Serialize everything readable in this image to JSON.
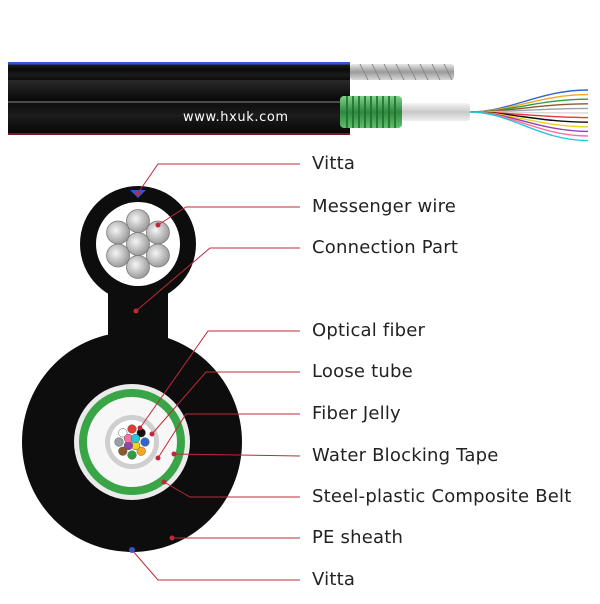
{
  "cable_image": {
    "website": "www.hxuk.com"
  },
  "labels": [
    {
      "id": "vitta-top",
      "text": "Vitta"
    },
    {
      "id": "messenger-wire",
      "text": "Messenger wire"
    },
    {
      "id": "connection-part",
      "text": "Connection Part"
    },
    {
      "id": "optical-fiber",
      "text": "Optical fiber"
    },
    {
      "id": "loose-tube",
      "text": "Loose tube"
    },
    {
      "id": "fiber-jelly",
      "text": "Fiber Jelly"
    },
    {
      "id": "water-blocking-tape",
      "text": "Water Blocking Tape"
    },
    {
      "id": "steel-plastic-belt",
      "text": "Steel-plastic Composite Belt"
    },
    {
      "id": "pe-sheath",
      "text": "PE sheath"
    },
    {
      "id": "vitta-bottom",
      "text": "Vitta"
    }
  ],
  "colors": {
    "leader_line": "#c0283a",
    "sheath": "#0d0d0d",
    "vitta_blue": "#2a58d8",
    "water_blocking_tape": "#3aa547",
    "label_text": "#222222"
  },
  "fiber_colors": [
    "#3366cc",
    "#f5a623",
    "#2e9e44",
    "#8b5a2b",
    "#9aa0a6",
    "#ffffff",
    "#e53935",
    "#111111",
    "#f2d21c",
    "#8e44ad",
    "#ff6f9f",
    "#26c6da"
  ]
}
